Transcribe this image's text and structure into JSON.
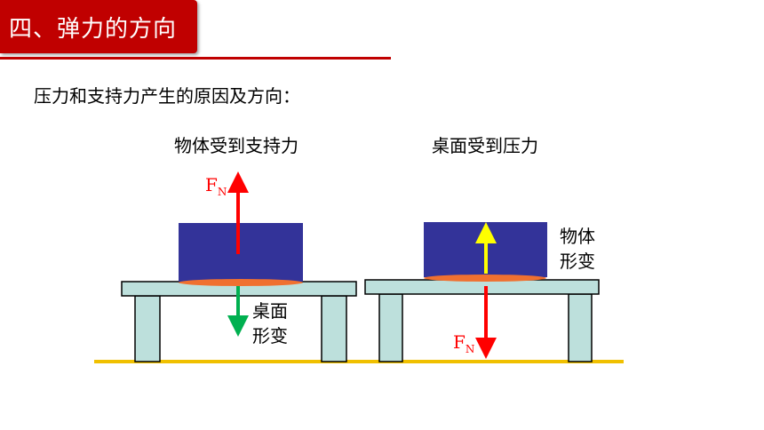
{
  "header": {
    "title": "四、弹力的方向"
  },
  "intro": "压力和支持力产生的原因及方向：",
  "left_panel": {
    "caption": "物体受到支持力",
    "force_label": "F",
    "force_sub": "N",
    "deform_line1": "桌面",
    "deform_line2": "形变"
  },
  "right_panel": {
    "caption": "桌面受到压力",
    "force_label": "F",
    "force_sub": "N",
    "deform_line1": "物体",
    "deform_line2": "形变"
  },
  "colors": {
    "title_bg": "#c00000",
    "block": "#333399",
    "table": "#bde0dc",
    "ground": "#f0c000",
    "deform": "#f07030",
    "arrow_red": "#ff0000",
    "arrow_green": "#00b050",
    "arrow_yellow": "#ffff00"
  }
}
